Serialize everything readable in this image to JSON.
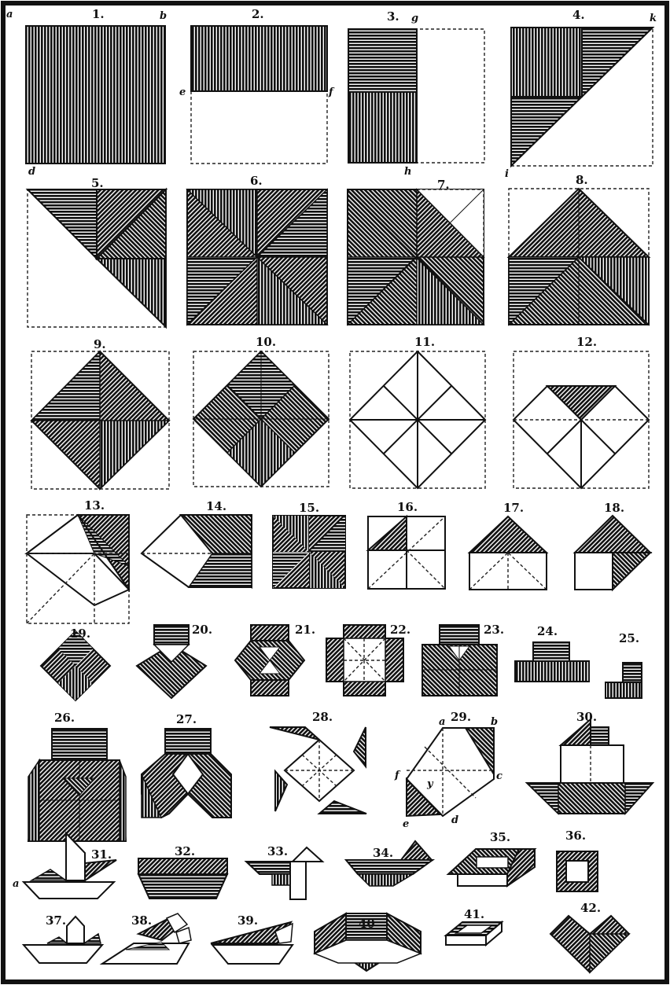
{
  "figures": [
    {
      "n": "1.",
      "labels": [
        "a",
        "b",
        "d"
      ]
    },
    {
      "n": "2.",
      "labels": [
        "e",
        "f"
      ]
    },
    {
      "n": "3.",
      "labels": [
        "g",
        "h"
      ]
    },
    {
      "n": "4.",
      "labels": [
        "k",
        "i"
      ]
    },
    {
      "n": "5."
    },
    {
      "n": "6."
    },
    {
      "n": "7."
    },
    {
      "n": "8."
    },
    {
      "n": "9."
    },
    {
      "n": "10."
    },
    {
      "n": "11."
    },
    {
      "n": "12."
    },
    {
      "n": "13."
    },
    {
      "n": "14."
    },
    {
      "n": "15."
    },
    {
      "n": "16."
    },
    {
      "n": "17."
    },
    {
      "n": "18."
    },
    {
      "n": "19."
    },
    {
      "n": "20."
    },
    {
      "n": "21."
    },
    {
      "n": "22."
    },
    {
      "n": "23."
    },
    {
      "n": "24."
    },
    {
      "n": "25."
    },
    {
      "n": "26."
    },
    {
      "n": "27."
    },
    {
      "n": "28."
    },
    {
      "n": "29.",
      "labels": [
        "a",
        "b",
        "c",
        "d",
        "e",
        "f",
        "y"
      ]
    },
    {
      "n": "30."
    },
    {
      "n": "31.",
      "labels": [
        "a"
      ]
    },
    {
      "n": "32."
    },
    {
      "n": "33."
    },
    {
      "n": "34."
    },
    {
      "n": "35."
    },
    {
      "n": "36."
    },
    {
      "n": "37."
    },
    {
      "n": "38."
    },
    {
      "n": "39."
    },
    {
      "n": "40"
    },
    {
      "n": "41."
    },
    {
      "n": "42."
    }
  ],
  "colors": {
    "ink": "#111111",
    "paper": "#ffffff"
  }
}
